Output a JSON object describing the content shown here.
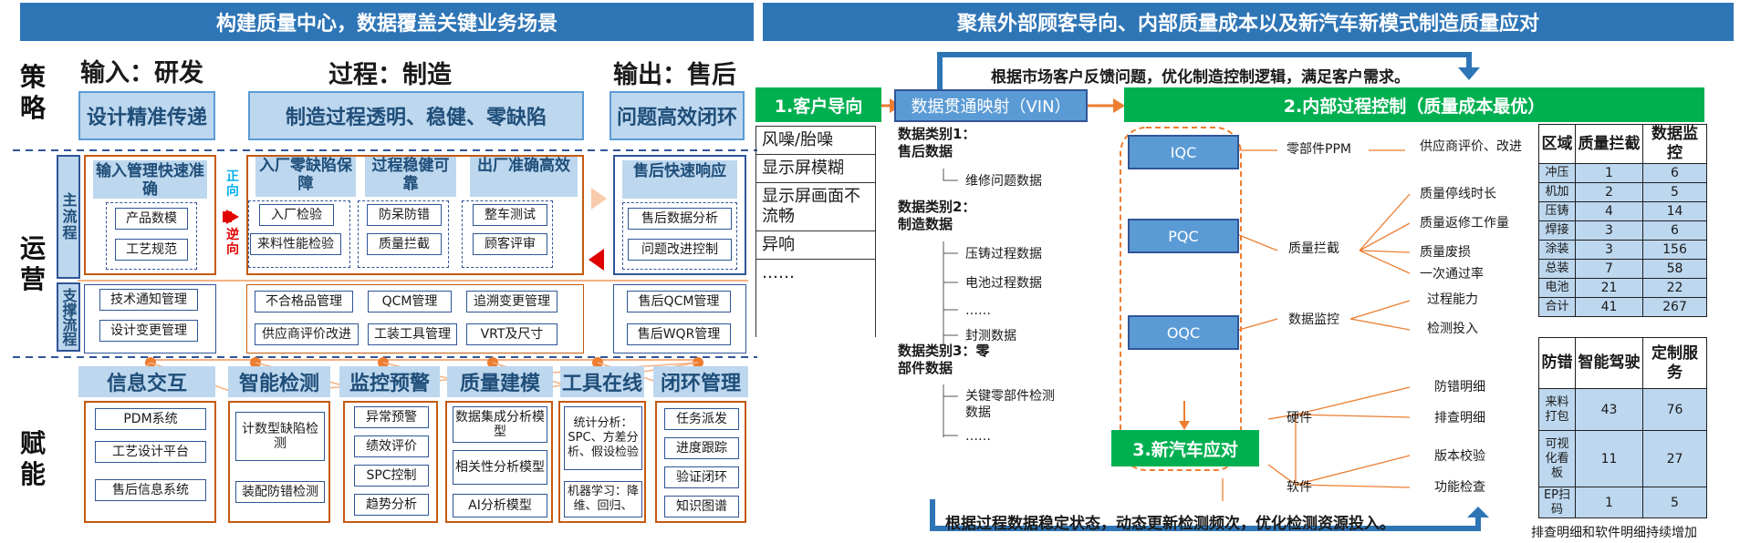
{
  "left_title": "构建质量中心，数据覆盖关键业务场景",
  "right_title": "聚焦外部顾客导向、内部质量成本以及新汽车新模式制造质量应对",
  "rows": {
    "strategy": "策略",
    "operation": "运营",
    "enable": "赋能"
  },
  "strategy": {
    "h_input": "输入：研发",
    "h_process": "过程：制造",
    "h_output": "输出：售后",
    "b_input": "设计精准传递",
    "b_process": "制造过程透明、稳健、零缺陷",
    "b_output": "问题高效闭环"
  },
  "operation": {
    "main_flow": "主流程",
    "support_flow": "支撑流程",
    "forward": "正向",
    "reverse": "逆向",
    "in_head": "输入管理快速准确",
    "in_items": [
      "产品数模",
      "工艺规范"
    ],
    "entry_head": "入厂零缺陷保障",
    "entry_items": [
      "入厂检验",
      "来料性能检验"
    ],
    "proc_head": "过程稳健可靠",
    "proc_items": [
      "防呆防错",
      "质量拦截"
    ],
    "exit_head": "出厂准确高效",
    "exit_items": [
      "整车测试",
      "顾客评审"
    ],
    "after_head": "售后快速响应",
    "after_items": [
      "售后数据分析",
      "问题改进控制"
    ],
    "sup_in": [
      "技术通知管理",
      "设计变更管理"
    ],
    "sup_mid": [
      "不合格品管理",
      "供应商评价改进",
      "QCM管理",
      "追溯变更管理",
      "工装工具管理",
      "VRT及尺寸"
    ],
    "sup_after": [
      "售后QCM管理",
      "售后WQR管理"
    ]
  },
  "enable": {
    "caps": [
      "信息交互",
      "智能检测",
      "监控预警",
      "质量建模",
      "工具在线",
      "闭环管理"
    ],
    "info": [
      "PDM系统",
      "工艺设计平台",
      "售后信息系统"
    ],
    "detect": [
      "计数型缺陷检测",
      "装配防错检测"
    ],
    "monitor": [
      "异常预警",
      "绩效评价",
      "SPC控制",
      "趋势分析"
    ],
    "model": [
      "数据集成分析模型",
      "相关性分析模型",
      "AI分析模型"
    ],
    "tool": [
      "统计分析：SPC、方差分析、假设检验",
      "机器学习：降维、回归、"
    ],
    "loop": [
      "任务派发",
      "进度跟踪",
      "验证闭环",
      "知识图谱"
    ]
  },
  "right": {
    "top_note": "根据市场客户反馈问题，优化制造控制逻辑，满足客户需求。",
    "bottom_note": "根据过程数据稳定状态，动态更新检测频次，优化检测资源投入。",
    "customer": "1.客户导向",
    "vin": "数据贯通映射（VIN）",
    "internal": "2.内部过程控制（质量成本最优）",
    "newcar": "3.新汽车应对",
    "issues": [
      "风噪/胎噪",
      "显示屏模糊",
      "显示屏画面不流畅",
      "异响",
      "……"
    ],
    "cat1_title": "数据类别1：售后数据",
    "cat1_items": [
      "维修问题数据"
    ],
    "cat2_title": "数据类别2：制造数据",
    "cat2_items": [
      "压铸过程数据",
      "电池过程数据",
      "……",
      "封测数据"
    ],
    "cat3_title": "数据类别3：零部件数据",
    "cat3_items": [
      "关键零部件检测数据",
      "……"
    ],
    "qc": [
      "IQC",
      "PQC",
      "OQC"
    ],
    "ppm": "零部件PPM",
    "ppm_sub": "供应商评价、改进",
    "intercept": "质量拦截",
    "intercept_sub": [
      "质量停线时长",
      "质量返修工作量",
      "质量废损",
      "一次通过率"
    ],
    "monitor": "数据监控",
    "monitor_sub": [
      "过程能力",
      "检测投入"
    ],
    "hardware": "硬件",
    "hardware_sub": [
      "防错明细",
      "排查明细"
    ],
    "software": "软件",
    "software_sub": [
      "版本校验",
      "功能检查"
    ],
    "footnote": "排查明细和软件明细持续增加"
  },
  "table1": {
    "headers": [
      "区域",
      "质量拦截",
      "数据监控"
    ],
    "rows": [
      [
        "冲压",
        "1",
        "6"
      ],
      [
        "机加",
        "2",
        "5"
      ],
      [
        "压铸",
        "4",
        "14"
      ],
      [
        "焊接",
        "3",
        "6"
      ],
      [
        "涂装",
        "3",
        "156"
      ],
      [
        "总装",
        "7",
        "58"
      ],
      [
        "电池",
        "21",
        "22"
      ],
      [
        "合计",
        "41",
        "267"
      ]
    ]
  },
  "table2": {
    "headers": [
      "防错",
      "智能驾驶",
      "定制服务"
    ],
    "rows": [
      [
        "来料打包",
        "43",
        "76"
      ],
      [
        "可视化看板",
        "11",
        "27"
      ],
      [
        "EP扫码",
        "1",
        "5"
      ]
    ]
  },
  "colors": {
    "banner": "#2e75b6",
    "light": "#bdd7ee",
    "green": "#00b050",
    "orange": "#c55a11",
    "red": "#e00000"
  }
}
